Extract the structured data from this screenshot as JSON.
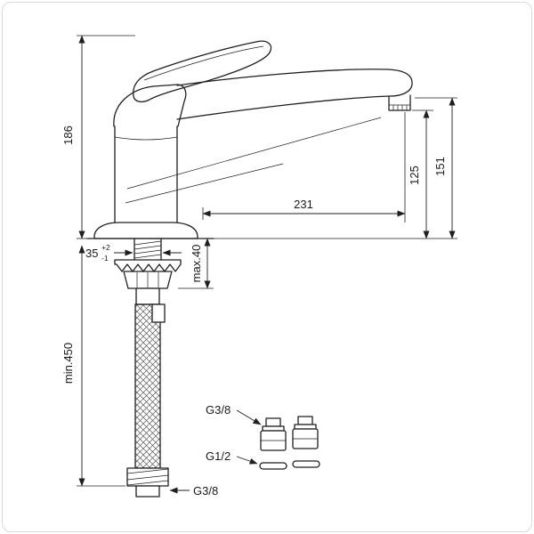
{
  "frame": {
    "background": "#ffffff",
    "border_color": "#d9d9d9",
    "line_color": "#1f1f1f"
  },
  "diagram": {
    "kind": "single-lever sink mixer tap — dimensional technical drawing",
    "labels": {
      "overall_height": "186",
      "hose_min_length": "min.450",
      "spout_height": "151",
      "outlet_height": "125",
      "spout_reach": "231",
      "hole_diameter": "35",
      "hole_tol_plus": "+2",
      "hole_tol_minus": "-1",
      "max_deck_thickness": "max.40",
      "adapter_top_thread": "G3/8",
      "adapter_bottom_thread": "G1/2",
      "hose_end_thread": "G3/8"
    }
  }
}
